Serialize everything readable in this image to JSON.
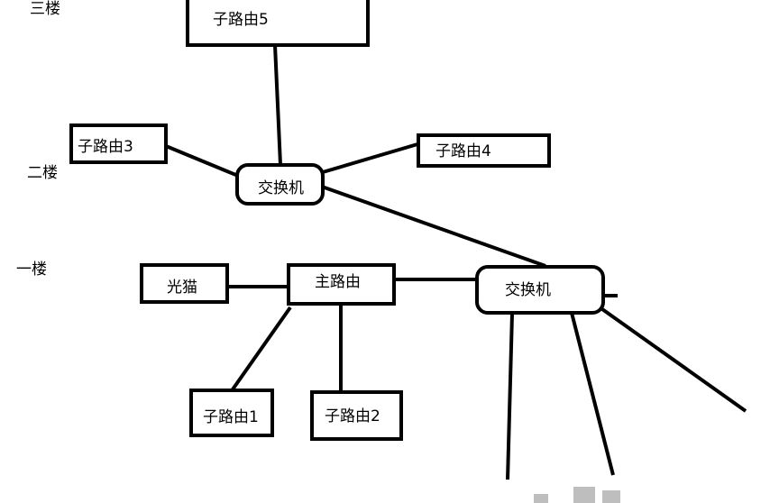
{
  "floors": {
    "third": "三楼",
    "second": "二楼",
    "first": "一楼"
  },
  "nodes": {
    "sub_router_5": "子路由5",
    "sub_router_3": "子路由3",
    "sub_router_4": "子路由4",
    "switch_2f": "交换机",
    "optical_modem": "光猫",
    "main_router": "主路由",
    "switch_1f": "交换机",
    "sub_router_1": "子路由1",
    "sub_router_2": "子路由2"
  }
}
